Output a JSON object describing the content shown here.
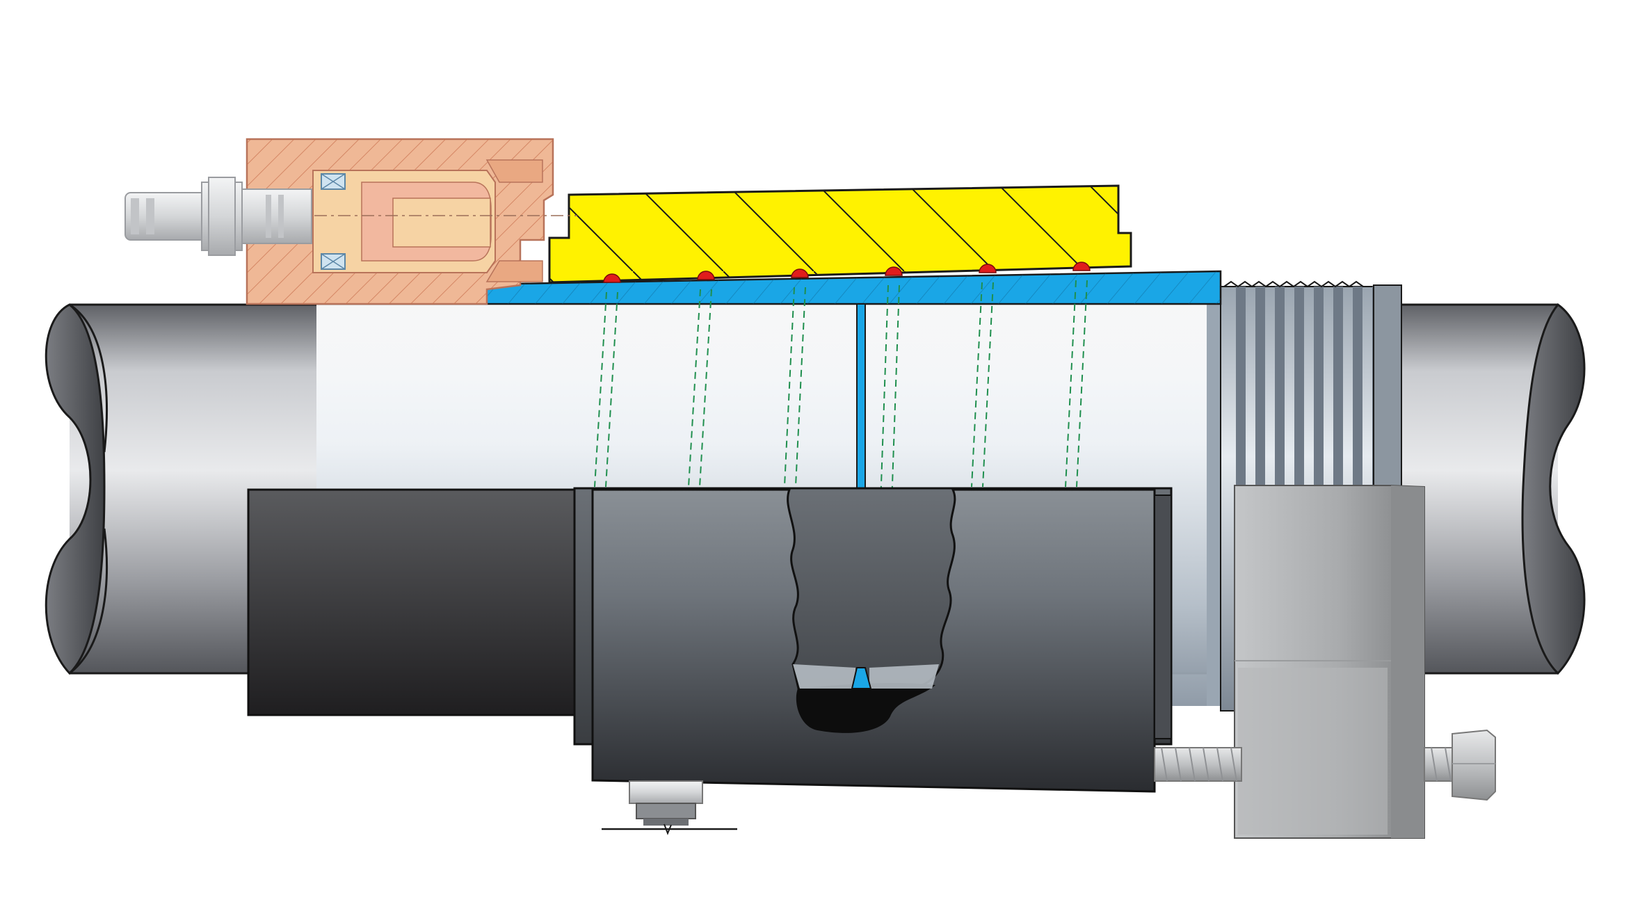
{
  "figure": {
    "subject": "",
    "colors": {
      "background": "#ffffff",
      "pipe": "#9c9ea3",
      "sleeve_blue": "#1aa6e6",
      "yellow_ring": "#ffee00",
      "weld_bead": "#e01c1c",
      "hydraulic_housing": "#e9a882",
      "coupling_dark": "#2a2b2e",
      "clamp_grey": "#aeb0b2",
      "fitting_grey": "#d8dadc",
      "dashed_lines": "#1f8f4e"
    },
    "components": [
      {
        "name": "pipe",
        "icon": "pipe-cylinder-icon"
      },
      {
        "name": "blue-sleeve",
        "icon": "threaded-sleeve-icon"
      },
      {
        "name": "yellow-ring",
        "icon": "hatched-ring-icon"
      },
      {
        "name": "hydraulic-housing",
        "icon": "hatched-housing-icon"
      },
      {
        "name": "quick-coupler",
        "icon": "quick-coupler-icon"
      },
      {
        "name": "weld-beads",
        "icon": "red-dot-icon"
      },
      {
        "name": "dark-coupling",
        "icon": "cutaway-sleeve-icon"
      },
      {
        "name": "black-wrap",
        "icon": "wrap-band-icon"
      },
      {
        "name": "clamp-block",
        "icon": "clamp-block-icon"
      },
      {
        "name": "hex-bolt",
        "icon": "hex-bolt-icon"
      },
      {
        "name": "bottom-fitting",
        "icon": "fitting-nut-icon"
      }
    ]
  }
}
